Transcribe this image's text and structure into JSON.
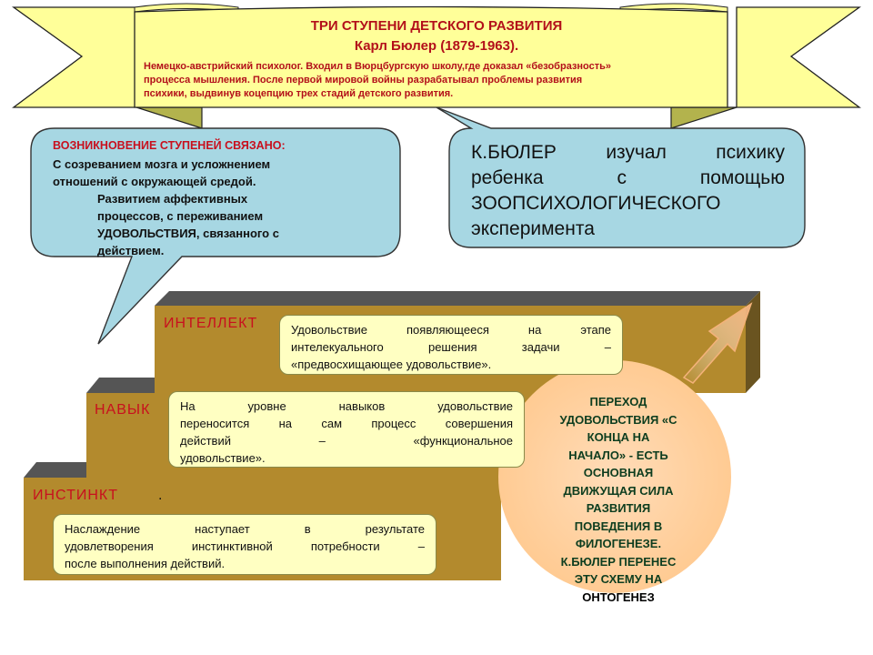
{
  "banner": {
    "title": "ТРИ СТУПЕНИ ДЕТСКОГО РАЗВИТИЯ",
    "subtitle": "Карл Бюлер (1879-1963).",
    "description_lines": [
      "Немецко-австрийский психолог. Входил в Вюрцбургскую школу,где доказал «безобразность»",
      "процесса мышления. После первой мировой войны разрабатывал проблемы развития",
      "психики, выдвинув коцепцию трех стадий детского развития."
    ]
  },
  "callout_left": {
    "title": "ВОЗНИКНОВЕНИЕ СТУПЕНЕЙ СВЯЗАНО:",
    "item1_lines": [
      "С созреванием мозга и усложнением",
      "отношений с окружающей средой."
    ],
    "item2_lines": [
      "Развитием аффективных",
      "процессов, с переживанием",
      "УДОВОЛЬСТВИЯ, связанного с",
      "действием."
    ]
  },
  "callout_right": {
    "lines": [
      "К.БЮЛЕР изучал психику",
      "ребенка с помощью",
      "ЗООПСИХОЛОГИЧЕСКОГО",
      "эксперимента"
    ]
  },
  "steps": {
    "intellect": {
      "label": "ИНТЕЛЛЕКТ",
      "lines": [
        "Удовольствие появляющееся на этапе",
        "интелекуального решения задачи –",
        "«предвосхищающее удовольствие»."
      ]
    },
    "navyk": {
      "label": "НАВЫК",
      "lines": [
        "На уровне навыков удовольствие",
        "переносится на сам процесс совершения",
        "действий – «функциональное",
        "удовольствие»."
      ]
    },
    "instinkt": {
      "label": "ИНСТИНКТ",
      "dot": ".",
      "lines": [
        "Наслаждение наступает в результате",
        "удовлетворения инстинктивной потребности –",
        "после выполнения действий."
      ]
    }
  },
  "circle": {
    "lines": [
      "ПЕРЕХОД",
      "УДОВОЛЬСТВИЯ «С",
      "КОНЦА НА",
      "НАЧАЛО» - ЕСТЬ",
      "ОСНОВНАЯ",
      "ДВИЖУЩАЯ СИЛА",
      "РАЗВИТИЯ",
      "ПОВЕДЕНИЯ В",
      "ФИЛОГЕНЕЗЕ.",
      "К.БЮЛЕР ПЕРЕНЕС",
      "ЭТУ СХЕМУ НА"
    ],
    "last_line": "ОНТОГЕНЕЗ"
  },
  "colors": {
    "banner_fill": "#ffff99",
    "callout_fill": "#a7d7e3",
    "step_front": "#b38a2d",
    "step_top": "#555555",
    "box_fill": "#ffffc2",
    "circle_fill": "#ffcf9e",
    "label_red": "#c8101e"
  }
}
